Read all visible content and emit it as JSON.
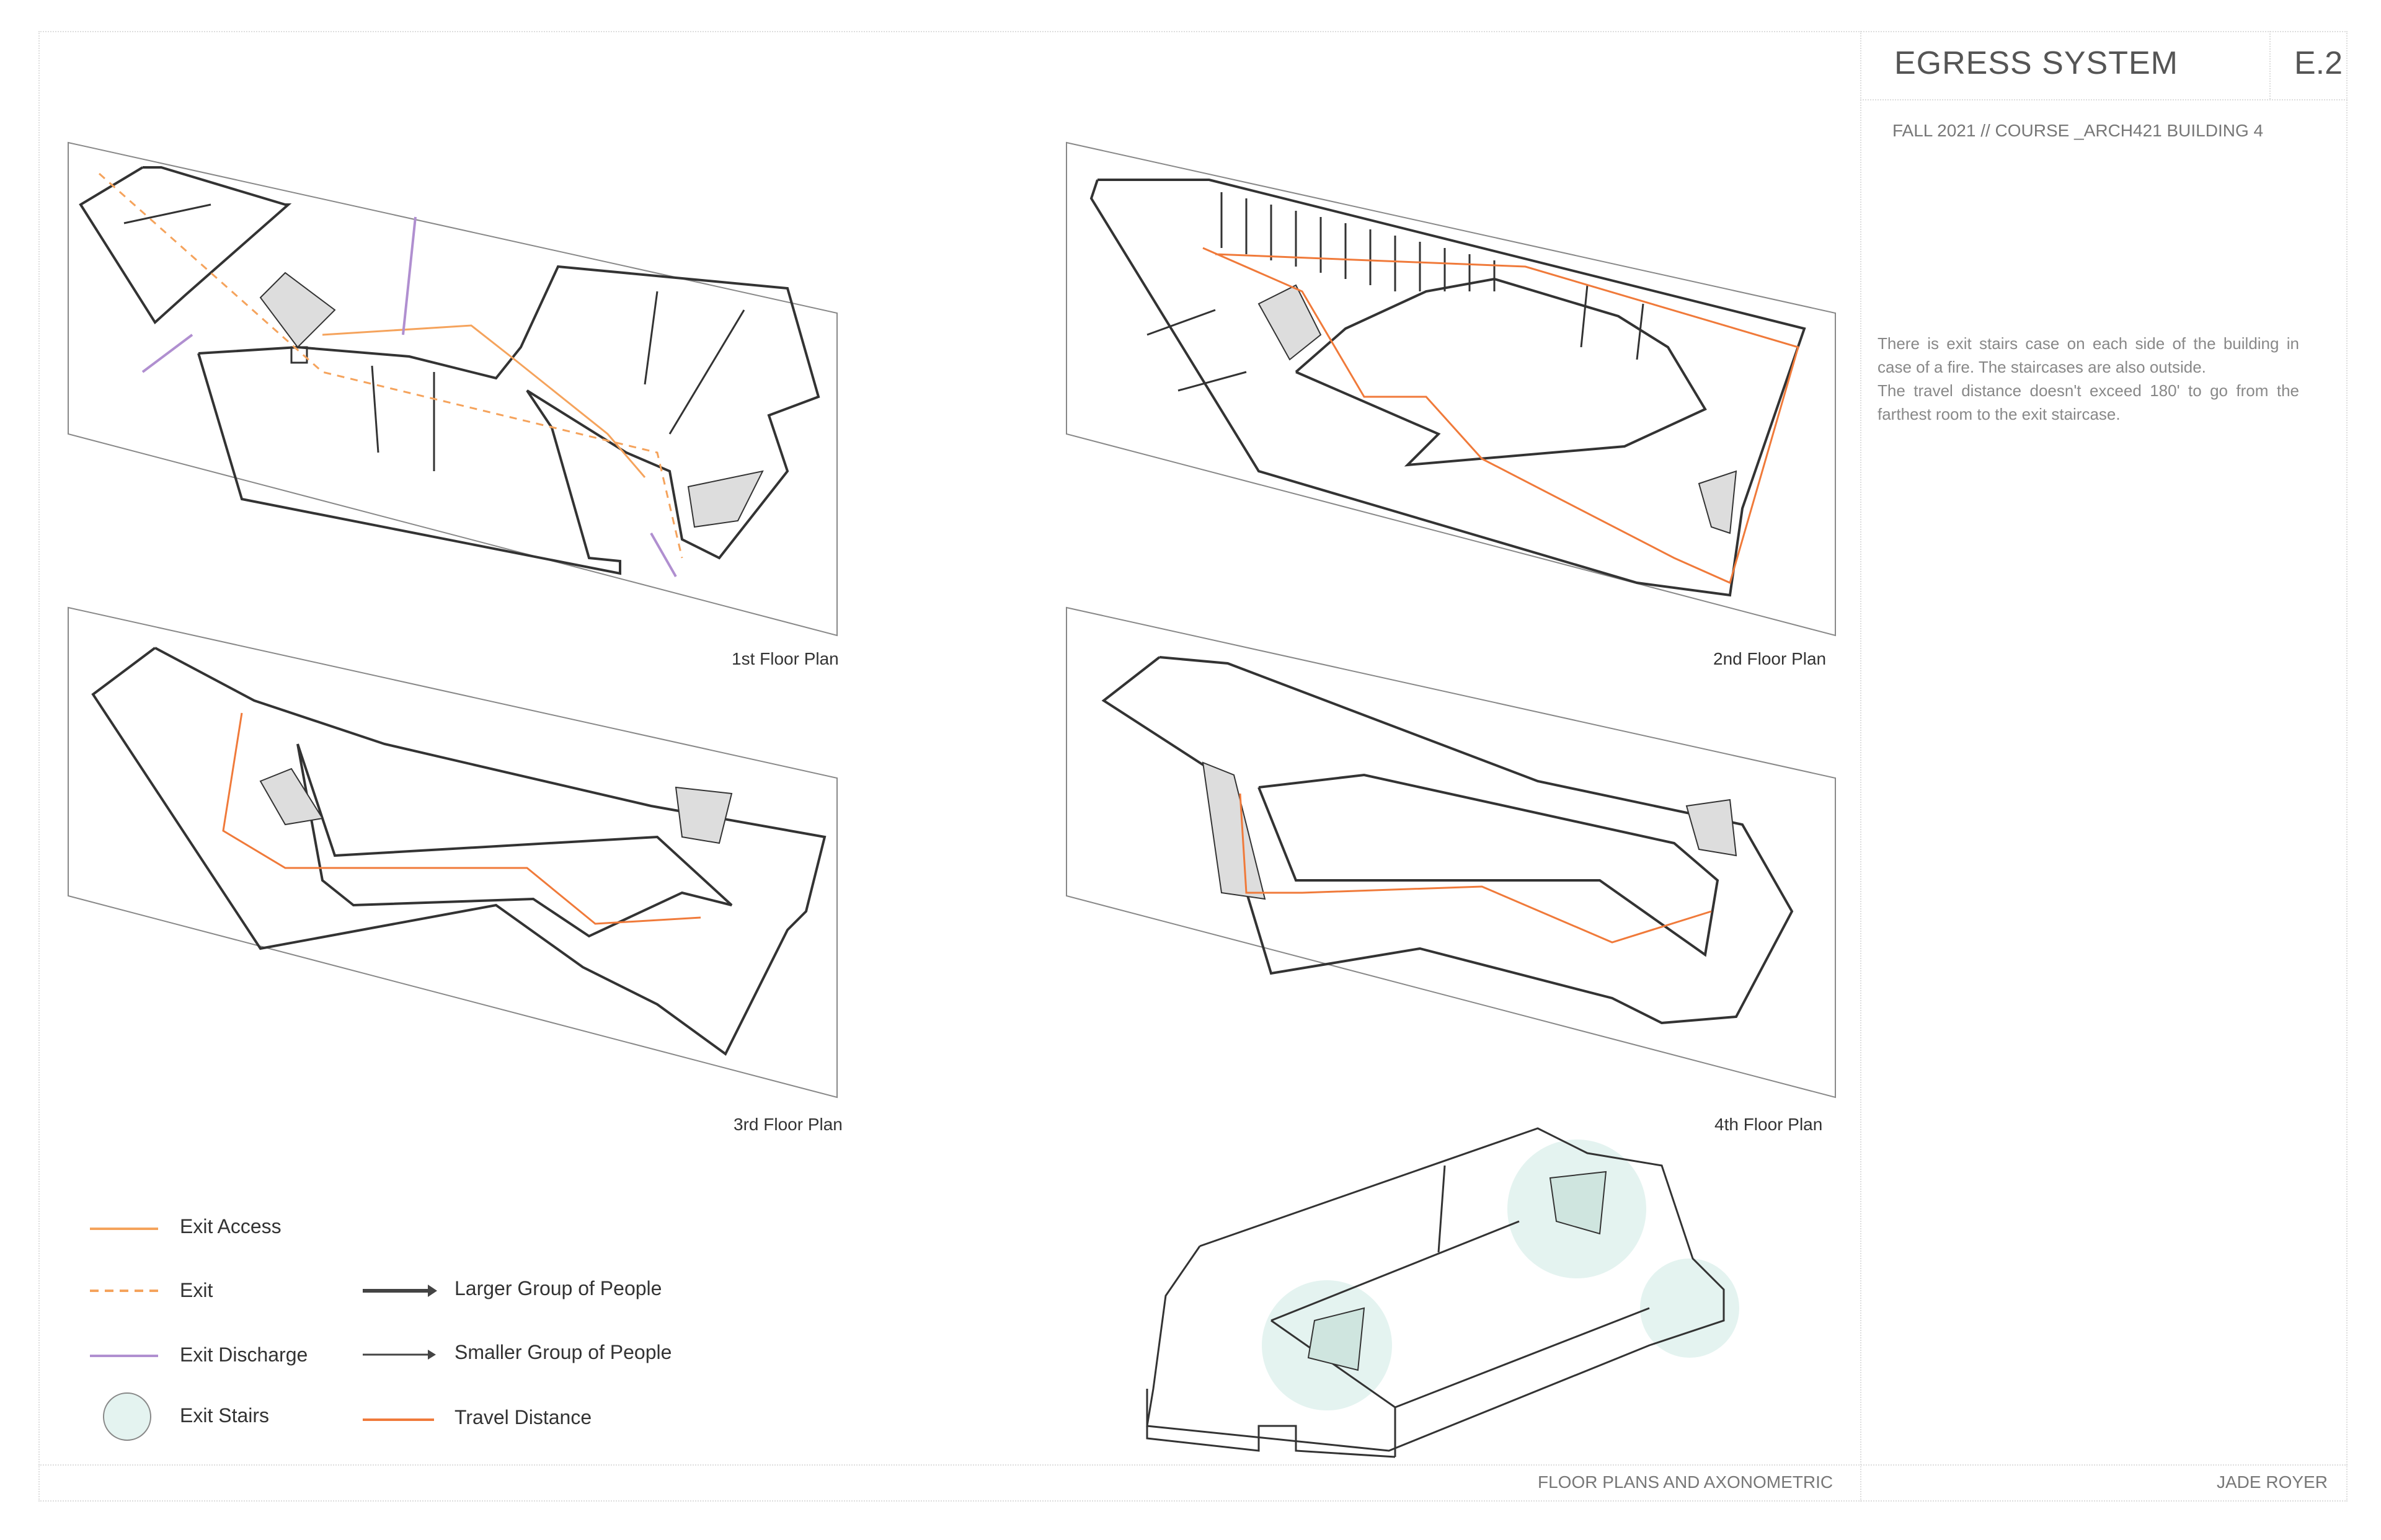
{
  "header": {
    "title": "EGRESS SYSTEM",
    "code": "E.2",
    "subtitle": "FALL 2021 // COURSE _ARCH421 BUILDING 4"
  },
  "description": [
    "There is exit stairs case on each side of the building in case of a fire. The staircases are also outside.",
    "The travel distance doesn't exceed 180' to go from the farthest room to the exit staircase."
  ],
  "plans": {
    "first": "1st Floor Plan",
    "second": "2nd Floor Plan",
    "third": "3rd Floor Plan",
    "fourth": "4th Floor Plan"
  },
  "legend": {
    "exit_access": "Exit Access",
    "exit": "Exit",
    "exit_discharge": "Exit Discharge",
    "exit_stairs": "Exit Stairs",
    "larger_group": "Larger Group of People",
    "smaller_group": "Smaller Group of People",
    "travel_distance": "Travel Distance"
  },
  "colors": {
    "exit_access": "#f5a35c",
    "exit_discharge": "#b08fd0",
    "travel_distance": "#f07a3a",
    "stairs_fill": "#e4f3f0"
  },
  "footer": {
    "left": "FLOOR PLANS AND AXONOMETRIC",
    "right": "JADE ROYER"
  }
}
